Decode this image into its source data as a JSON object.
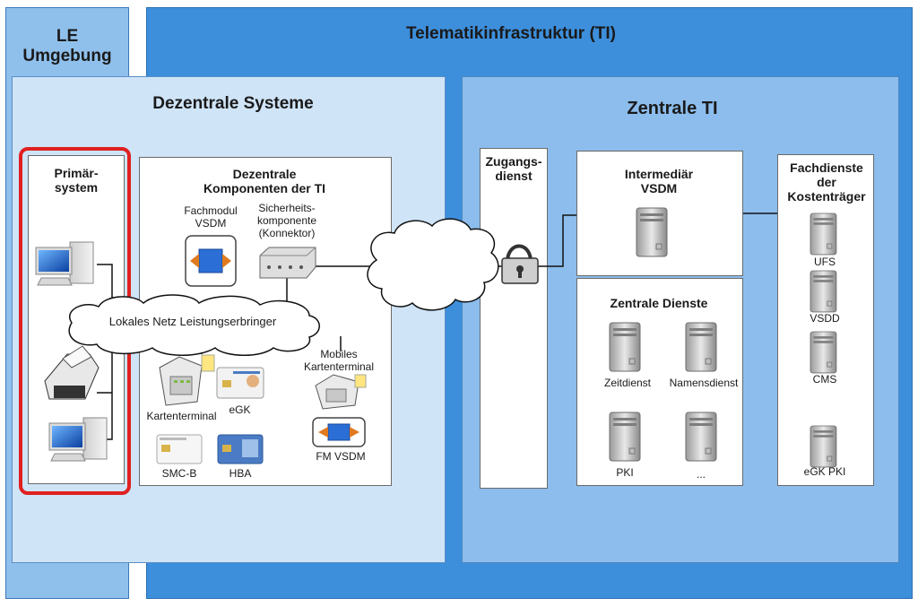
{
  "le": {
    "title": "LE\nUmgebung"
  },
  "ti": {
    "title": "Telematikinfrastruktur (TI)"
  },
  "dezentral": {
    "title": "Dezentrale Systeme",
    "primaersystem": "Primär-\nsystem",
    "komponenten_title": "Dezentrale\nKomponenten der TI",
    "fachmodul": "Fachmodul\nVSDM",
    "sicherheit": "Sicherheits-\nkomponente\n(Konnektor)",
    "lan": "Lokales Netz Leistungserbringer",
    "kartenterminal": "Kartenterminal",
    "egk": "eGK",
    "mobiles": "Mobiles\nKartenterminal",
    "fm_vsdm": "FM VSDM",
    "smcb": "SMC-B",
    "hba": "HBA"
  },
  "zentral": {
    "title": "Zentrale TI",
    "zugangsdienst": "Zugangs-\ndienst",
    "intermediaer": "Intermediär\nVSDM",
    "zentrale_dienste": "Zentrale Dienste",
    "zeitdienst": "Zeitdienst",
    "namensdienst": "Namensdienst",
    "pki": "PKI",
    "more": "...",
    "fachdienste": "Fachdienste\nder\nKostenträger",
    "ufs": "UFS",
    "vsdd": "VSDD",
    "cms": "CMS",
    "egk_pki": "eGK PKI"
  },
  "colors": {
    "le_bg": "#8fc0ec",
    "ti_bg": "#3d8fdc",
    "dezentral_bg": "#cfe4f7",
    "zentral_bg": "#8cbdec",
    "highlight": "#e02020"
  },
  "icons": [
    "computer-icon",
    "printer-icon",
    "server-icon",
    "lock-icon",
    "cloud-icon",
    "card-terminal-icon",
    "smartcard-icon",
    "connector-icon",
    "module-icon"
  ]
}
